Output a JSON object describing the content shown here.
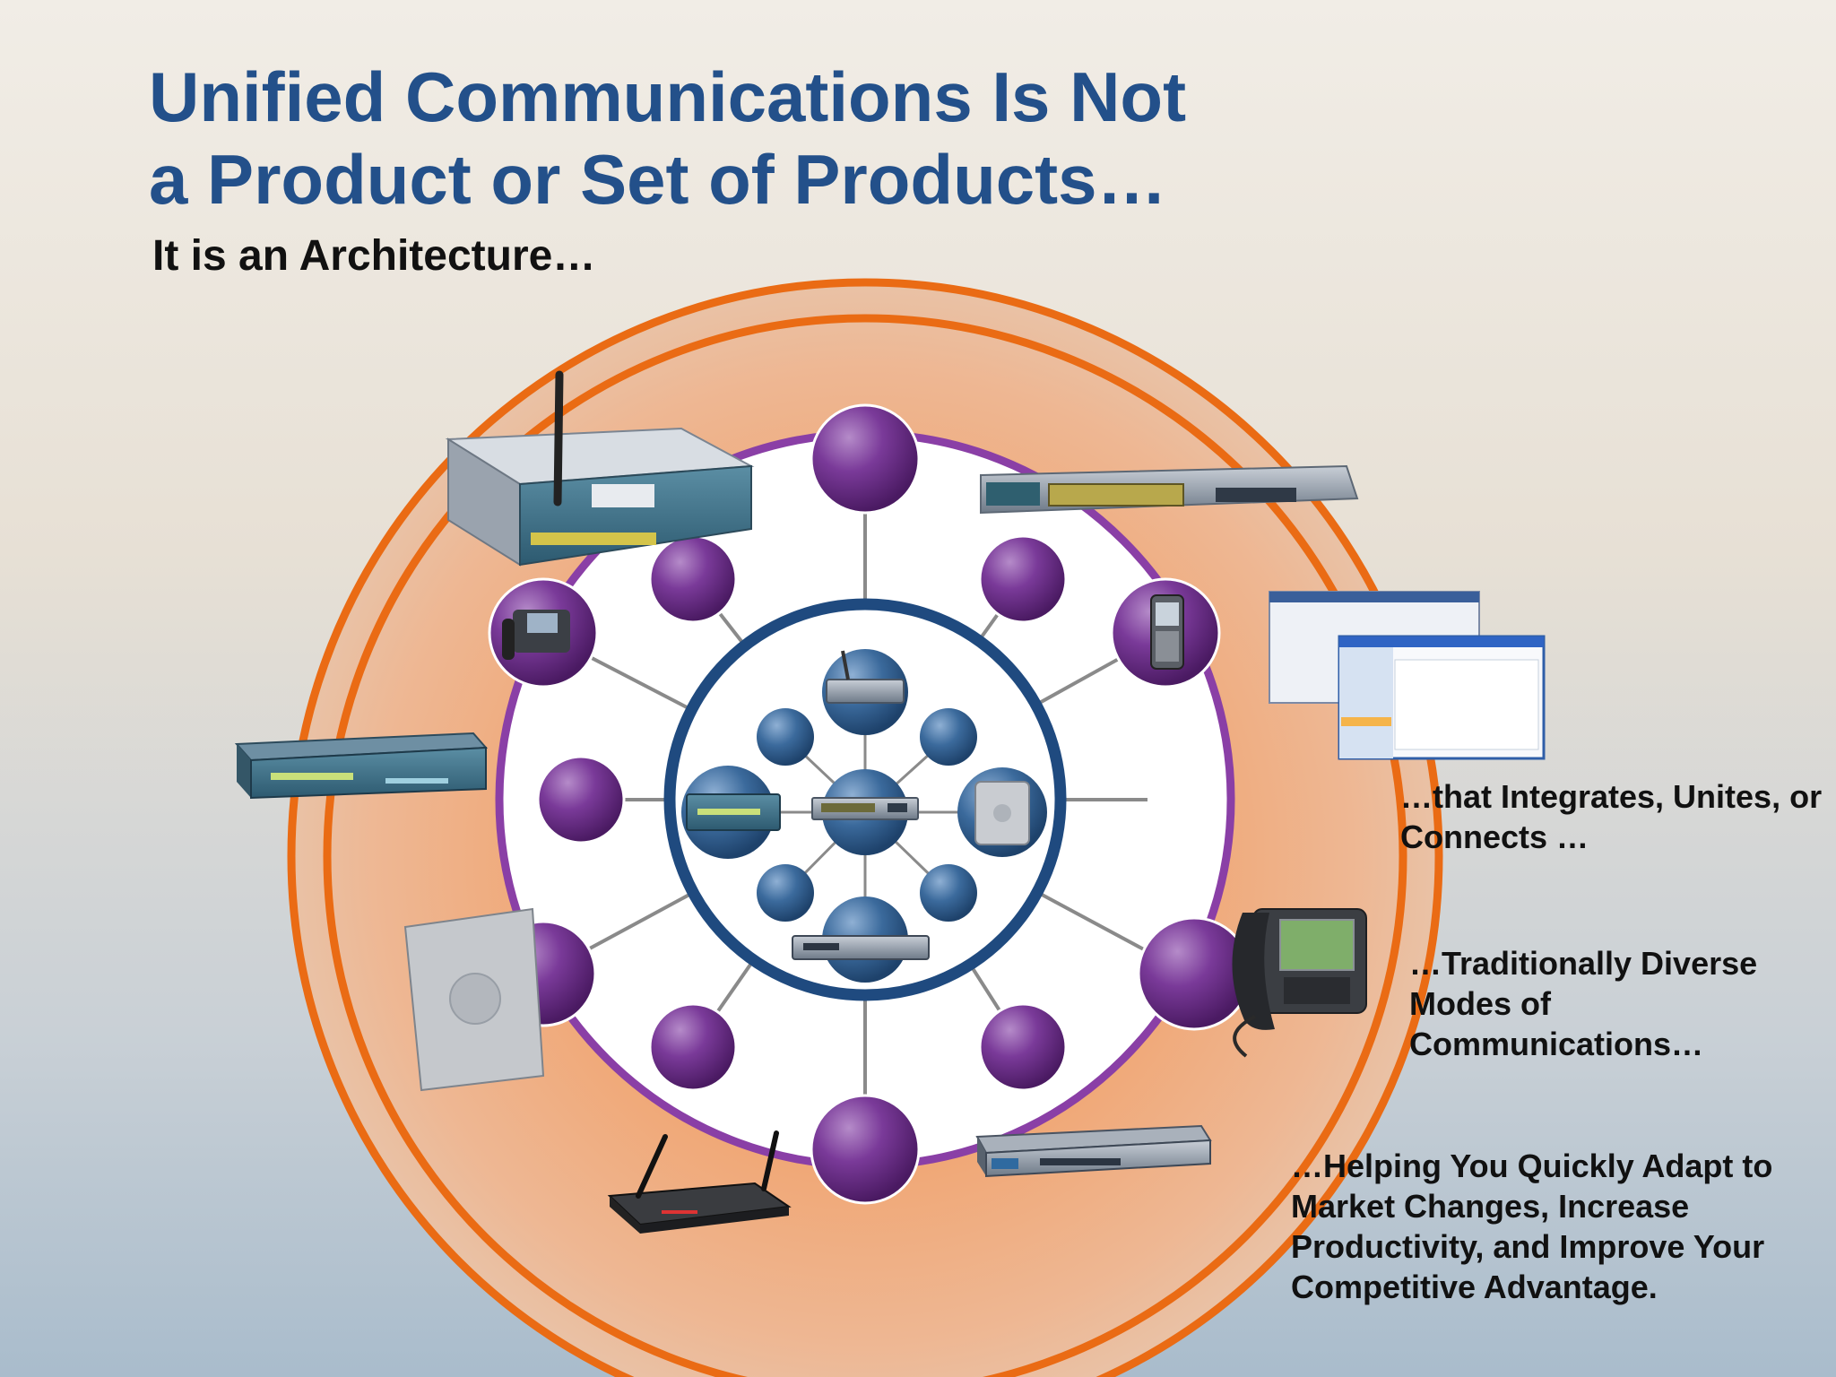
{
  "title": {
    "line1": "Unified Communications Is Not",
    "line2": "a Product or Set of Products…"
  },
  "subtitle": "It is an Architecture…",
  "captions": {
    "integrates": "…that Integrates, Unites,   or Connects …",
    "diverse": "…Traditionally Diverse Modes of Communications…",
    "adapt": "…Helping You Quickly Adapt to Market Changes, Increase Productivity, and Improve Your Competitive Advantage."
  },
  "colors": {
    "title": "#23508a",
    "orange_ring": "#ea6b14",
    "purple_ring": "#8a3fa6",
    "navy_ring": "#1f4a7f",
    "purple_node": "#6a2d86",
    "blue_node": "#2f5f91"
  },
  "icons": {
    "outer_devices": [
      "wireless-router-icon",
      "network-switch-icon",
      "outlook-window-icon",
      "ip-phone-icon",
      "isr-router-icon",
      "wifi-router-icon",
      "access-point-icon",
      "security-appliance-icon"
    ],
    "ring_devices": [
      "desk-phone-icon",
      "smartphone-icon"
    ],
    "core_devices": [
      "router-icon",
      "switch-icon",
      "appliance-icon",
      "access-point-icon",
      "isr-router-icon"
    ]
  }
}
